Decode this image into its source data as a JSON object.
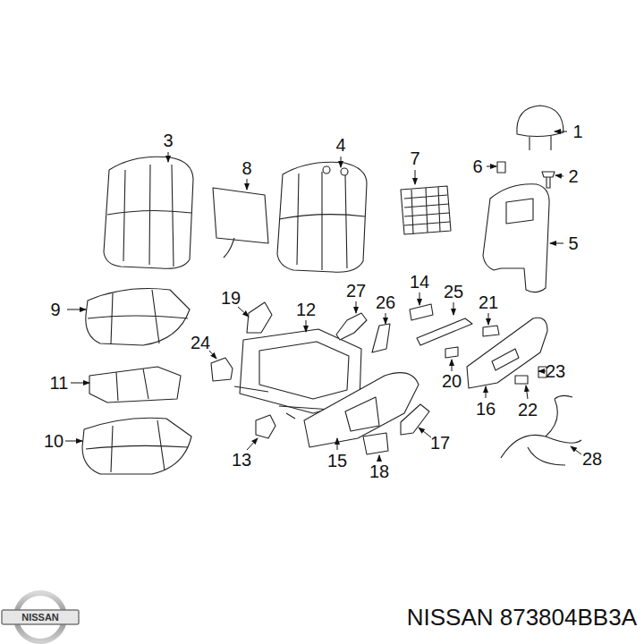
{
  "diagram": {
    "labels": [
      "1",
      "2",
      "3",
      "4",
      "5",
      "6",
      "7",
      "8",
      "9",
      "10",
      "11",
      "12",
      "13",
      "14",
      "15",
      "16",
      "17",
      "18",
      "19",
      "20",
      "21",
      "22",
      "23",
      "24",
      "25",
      "26",
      "27",
      "28",
      "NISSAN",
      "NISSAN 873804BB3A"
    ]
  }
}
